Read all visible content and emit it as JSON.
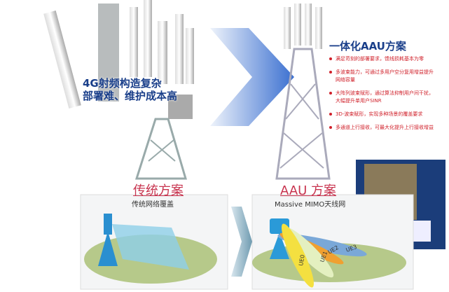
{
  "left_note": [
    "4G射频构造复杂",
    "部署难、维护成本高"
  ],
  "aau": {
    "title": "一体化AAU方案",
    "items": [
      "满足苛刻的部署要求，馈线损耗基本为零",
      "多波束能力，可通过多用户空分复用增益提升网络容量",
      "大阵列波束赋形，通过算法抑制用户间干扰，大幅提升单用户SINR",
      "3D-波束赋形，实现多种场景的覆盖要求",
      "多通道上行接收，可最大化提升上行接收增益"
    ]
  },
  "traditional": {
    "title": "传统方案",
    "subtitle": "传统网络覆盖"
  },
  "aau_scheme": {
    "title": "AAU 方案",
    "subtitle": "Massive MIMO天线网"
  },
  "beams": [
    "UE0",
    "UE1",
    "UE2",
    "UE3"
  ],
  "colors": {
    "arrow": "#3a6fd0",
    "title": "#c8344f",
    "note": "#1a3f8a",
    "bullet": "#d0202a"
  }
}
